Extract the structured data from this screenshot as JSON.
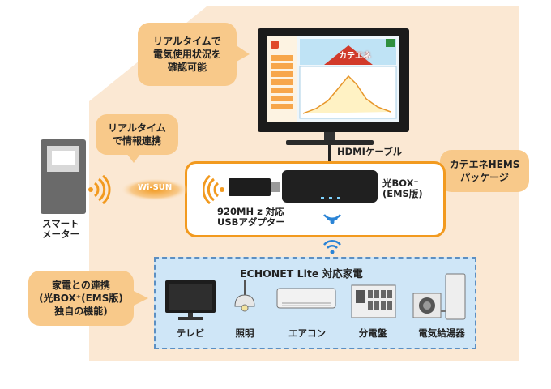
{
  "bubbles": {
    "realtime_display": "リアルタイムで\n電気使用状況を\n確認可能",
    "realtime_link": "リアルタイム\nで情報連携",
    "package": "カテエネHEMS\nパッケージ",
    "appliance_link": "家電との連携\n(光BOX⁺(EMS版)\n独自の機能)"
  },
  "labels": {
    "hdmi": "HDMIケーブル",
    "smart_meter": "スマート\nメーター",
    "wisun": "Wi-SUN",
    "usb_adapter": "920MH z 対応\nUSBアダプター",
    "hikari_box": "光BOX⁺\n(EMS版)",
    "echonet_title": "ECHONET Lite 対応家電",
    "screen_logo": "カテエネ"
  },
  "appliances": [
    {
      "label": "テレビ",
      "icon": "tv-icon"
    },
    {
      "label": "照明",
      "icon": "ceiling-light-icon"
    },
    {
      "label": "エアコン",
      "icon": "air-conditioner-icon"
    },
    {
      "label": "分電盤",
      "icon": "distribution-board-icon"
    },
    {
      "label": "電気給湯器",
      "icon": "water-heater-icon"
    }
  ],
  "colors": {
    "house_fill": "#fbe8d3",
    "bubble": "#f8c98a",
    "package_border": "#f29a1f",
    "echonet_fill": "#cfe6f7",
    "wireless": "#f29a1f",
    "wireless_blue": "#2b84d6"
  }
}
